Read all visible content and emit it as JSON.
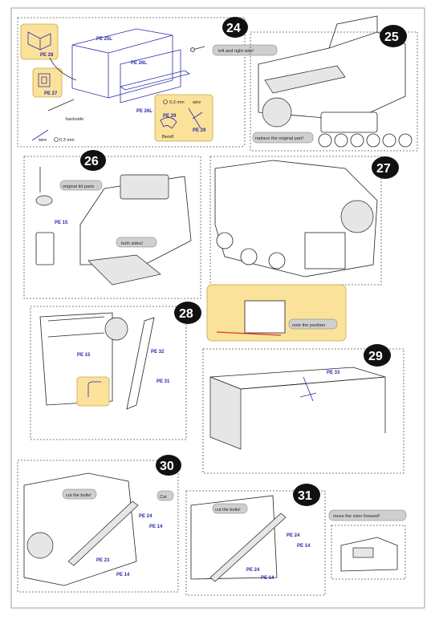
{
  "steps": {
    "s24": "24",
    "s25": "25",
    "s26": "26",
    "s27": "27",
    "s28": "28",
    "s29": "29",
    "s30": "30",
    "s31": "31"
  },
  "parts": {
    "pe28": "PE 28",
    "pe27": "PE 27",
    "pe25l": "PE 25L",
    "pe26l_top": "PE 26L",
    "pe26l_bottom": "PE 26L",
    "pe29_a": "PE 29",
    "pe29_b": "PE 29",
    "pe15_a": "PE 15",
    "pe15_b": "PE 15",
    "pe32": "PE 32",
    "pe31": "PE 31",
    "pe33": "PE 33",
    "pe24_a": "PE 24",
    "pe14_a": "PE 14",
    "pe23": "PE 23",
    "pe14_b": "PE 14",
    "pe24_b": "PE 24",
    "pe14_c": "PE 14",
    "pe24_c": "PE 24",
    "pe14_d": "PE 14"
  },
  "labels": {
    "backside": "backside",
    "wire_a": "wire",
    "wire_size_a": "0,3 mm",
    "wire_size_b": "0,3 mm",
    "wire_b": "wire",
    "bend": "Bend!",
    "left_right": "left and right side!",
    "replace": "replace the original part!",
    "original_kit": "original kit parts",
    "both_sides": "both sides!",
    "note_position": "note the position",
    "cut_bolts_a": "cut the bolts!",
    "cut": "Cut",
    "cut_bolts_b": "cut the bolts!",
    "move_visor": "move the visor forward!"
  }
}
